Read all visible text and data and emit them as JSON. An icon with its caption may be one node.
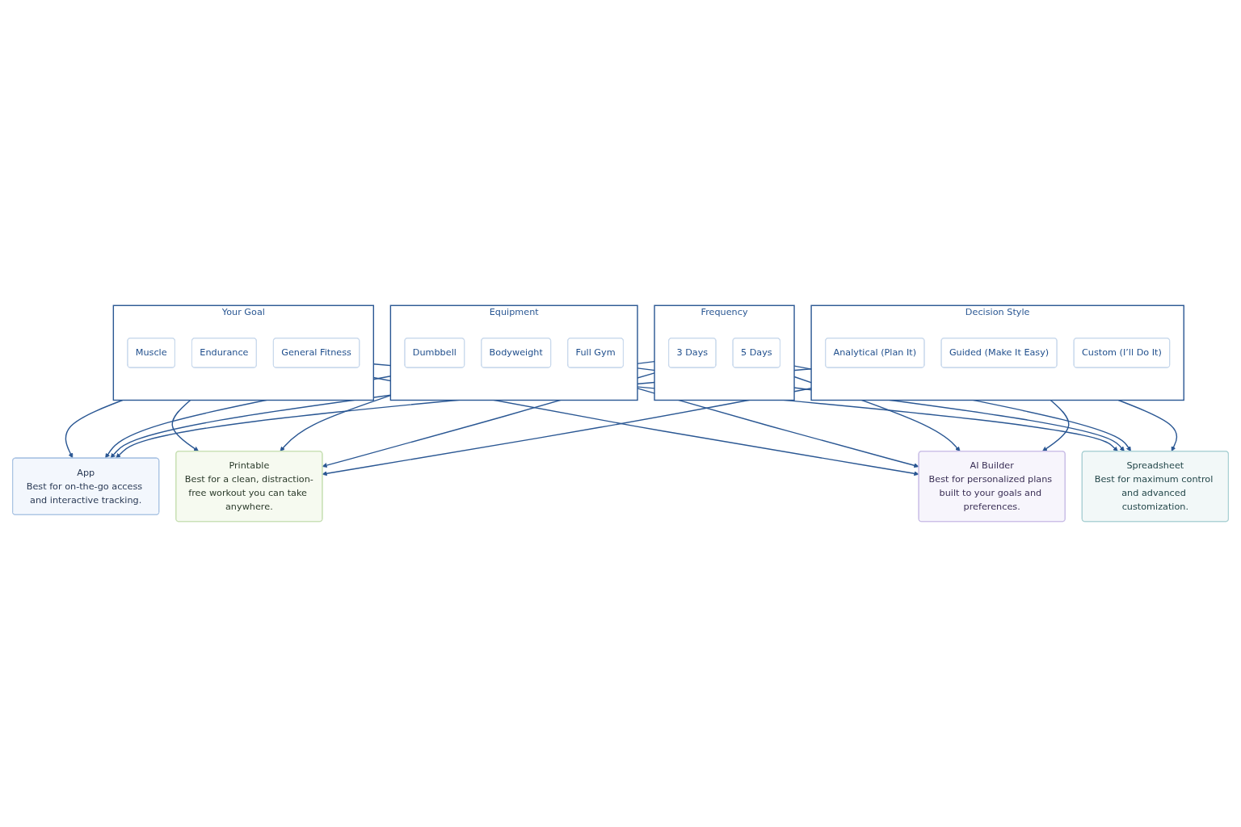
{
  "diagram": {
    "nodes": [
      {
        "text": [
          "Your Goal"
        ]
      },
      {
        "text": [
          "Muscle"
        ],
        "in": 0
      },
      {
        "text": [
          "Endurance"
        ],
        "in": 0
      },
      {
        "text": [
          "General Fitness"
        ],
        "in": 0
      },
      {
        "text": [
          "Equipment"
        ]
      },
      {
        "text": [
          "Dumbbell"
        ],
        "in": 4
      },
      {
        "text": [
          "Bodyweight"
        ],
        "in": 4
      },
      {
        "text": [
          "Full Gym"
        ],
        "in": 4
      },
      {
        "text": [
          "Frequency"
        ]
      },
      {
        "text": [
          "3 Days"
        ],
        "in": 8
      },
      {
        "text": [
          "5 Days"
        ],
        "in": 8
      },
      {
        "text": [
          "Decision Style"
        ]
      },
      {
        "text": [
          "Analytical (Plan It)"
        ],
        "in": 11
      },
      {
        "text": [
          "Guided (Make It Easy)"
        ],
        "in": 11
      },
      {
        "text": [
          "Custom (I’ll Do It)"
        ],
        "in": 11
      },
      {
        "text": [
          "App",
          "Best for on-the-go access and interactive tracking."
        ]
      },
      {
        "text": [
          "Printable",
          "Best for a clean, distraction-free workout you can take anywhere."
        ]
      },
      {
        "text": [
          "AI Builder",
          "Best for personalized plans built to your goals and preferences."
        ]
      },
      {
        "text": [
          "Spreadsheet",
          "Best for maximum control and advanced customization."
        ]
      }
    ],
    "edges": [
      {
        "from": 0,
        "to": 15,
        "arrow": "to"
      },
      {
        "from": 0,
        "to": 16,
        "arrow": "to"
      },
      {
        "from": 0,
        "to": 17,
        "arrow": "to"
      },
      {
        "from": 0,
        "to": 18,
        "arrow": "to"
      },
      {
        "from": 4,
        "to": 15,
        "arrow": "to"
      },
      {
        "from": 4,
        "to": 16,
        "arrow": "to"
      },
      {
        "from": 4,
        "to": 17,
        "arrow": "to"
      },
      {
        "from": 4,
        "to": 18,
        "arrow": "to"
      },
      {
        "from": 8,
        "to": 15,
        "arrow": "to"
      },
      {
        "from": 8,
        "to": 16,
        "arrow": "to"
      },
      {
        "from": 8,
        "to": 17,
        "arrow": "to"
      },
      {
        "from": 8,
        "to": 18,
        "arrow": "to"
      },
      {
        "from": 11,
        "to": 15,
        "arrow": "to"
      },
      {
        "from": 11,
        "to": 16,
        "arrow": "to"
      },
      {
        "from": 11,
        "to": 17,
        "arrow": "to"
      },
      {
        "from": 11,
        "to": 18,
        "arrow": "to"
      }
    ]
  }
}
